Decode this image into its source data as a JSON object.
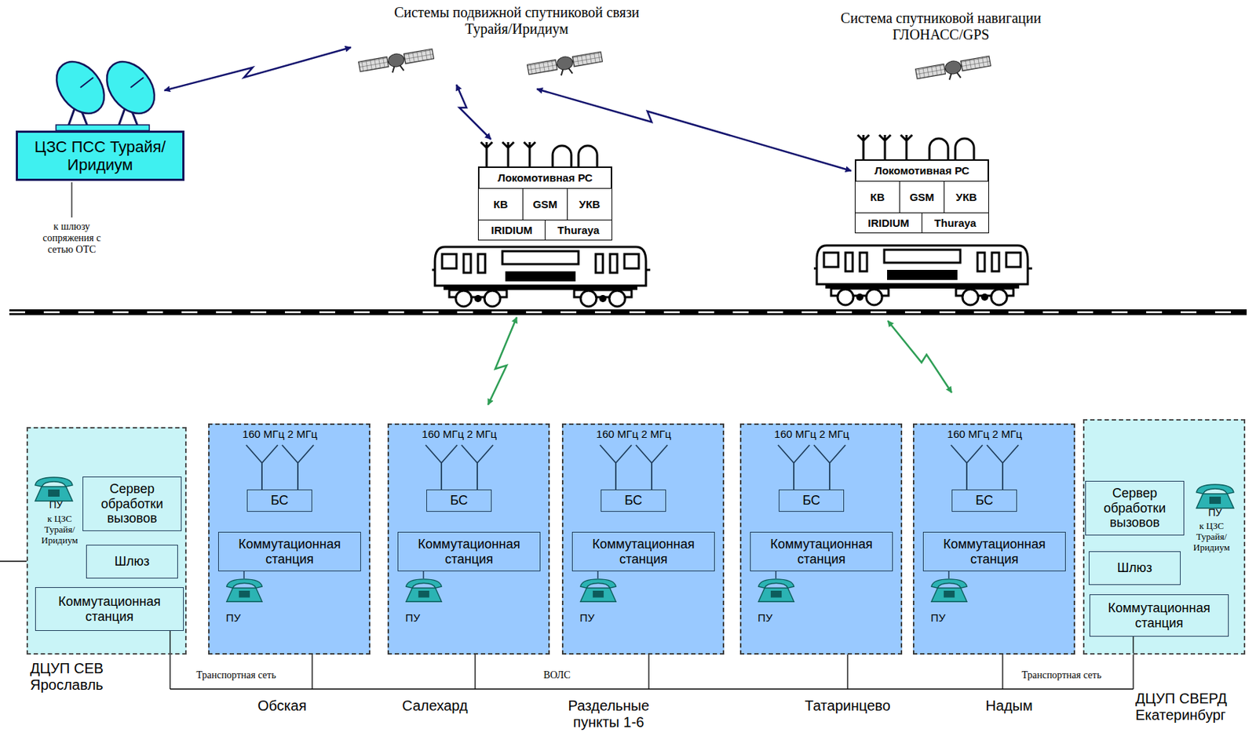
{
  "diagram": {
    "nodes": [
      {
        "text": [
          "ЦЗС ПСС Турайя/Иридиум"
        ]
      },
      {
        "text": [
          "Локомотивная РС"
        ]
      },
      {
        "text": [
          "КВ"
        ],
        "in": 1
      },
      {
        "text": [
          "GSM"
        ],
        "in": 1
      },
      {
        "text": [
          "УКВ"
        ],
        "in": 1
      },
      {
        "text": [
          "IRIDIUM"
        ],
        "in": 1
      },
      {
        "text": [
          "Thuraya"
        ],
        "in": 1
      },
      {
        "text": [
          "Локомотивная РС"
        ]
      },
      {
        "text": [
          "КВ"
        ],
        "in": 7
      },
      {
        "text": [
          "GSM"
        ],
        "in": 7
      },
      {
        "text": [
          "УКВ"
        ],
        "in": 7
      },
      {
        "text": [
          "IRIDIUM"
        ],
        "in": 7
      },
      {
        "text": [
          "Thuraya"
        ],
        "in": 7
      },
      {
        "text": [
          "ДЦУП СЕВ Ярославль"
        ]
      },
      {
        "text": [
          "Сервер обработки вызовов"
        ],
        "in": 13
      },
      {
        "text": [
          "Шлюз"
        ],
        "in": 13
      },
      {
        "text": [
          "Коммутационная станция"
        ],
        "in": 13
      },
      {
        "text": [
          "Обская"
        ]
      },
      {
        "text": [
          "БС"
        ],
        "in": 17
      },
      {
        "text": [
          "Коммутационная станция"
        ],
        "in": 17
      },
      {
        "text": [
          "Салехард"
        ]
      },
      {
        "text": [
          "БС"
        ],
        "in": 20
      },
      {
        "text": [
          "Коммутационная станция"
        ],
        "in": 20
      },
      {
        "text": [
          "Раздельные пункты 1-6"
        ]
      },
      {
        "text": [
          "БС"
        ],
        "in": 23
      },
      {
        "text": [
          "Коммутационная станция"
        ],
        "in": 23
      },
      {
        "text": [
          "Татаринцево"
        ]
      },
      {
        "text": [
          "БС"
        ],
        "in": 26
      },
      {
        "text": [
          "Коммутационная станция"
        ],
        "in": 26
      },
      {
        "text": [
          "Надым"
        ]
      },
      {
        "text": [
          "БС"
        ],
        "in": 29
      },
      {
        "text": [
          "Коммутационная станция"
        ],
        "in": 29
      },
      {
        "text": [
          "ДЦУП СВЕРД Екатеринбург"
        ]
      },
      {
        "text": [
          "Сервер обработки вызовов"
        ],
        "in": 32
      },
      {
        "text": [
          "Шлюз"
        ],
        "in": 32
      },
      {
        "text": [
          "Коммутационная станция"
        ],
        "in": 32
      }
    ],
    "edges": [
      {
        "from": 14,
        "to": 15,
        "arrow": "none"
      },
      {
        "from": 15,
        "to": 16,
        "arrow": "none"
      },
      {
        "from": 18,
        "to": 19,
        "arrow": "none"
      },
      {
        "from": 21,
        "to": 22,
        "arrow": "none"
      },
      {
        "from": 24,
        "to": 25,
        "arrow": "none"
      },
      {
        "from": 27,
        "to": 28,
        "arrow": "none"
      },
      {
        "from": 30,
        "to": 31,
        "arrow": "none"
      },
      {
        "from": 33,
        "to": 34,
        "arrow": "none"
      },
      {
        "from": 34,
        "to": 35,
        "arrow": "none"
      }
    ],
    "labels": [
      "Системы подвижной спутниковой связи Турайя/Иридиум",
      "Система спутниковой навигации ГЛОНАСС/GPS",
      "к шлюзу сопряжения с сетью ОТС",
      "ПУ",
      "к ЦЗС Турайя/ Иридиум",
      "160 МГц 2 МГц",
      "ПУ",
      "160 МГц 2 МГц",
      "ПУ",
      "160 МГц 2 МГц",
      "ПУ",
      "160 МГц 2 МГц",
      "ПУ",
      "160 МГц 2 МГц",
      "ПУ",
      "ПУ",
      "к ЦЗС Турайя/ Иридиум",
      "Транспортная сеть",
      "ВОЛС",
      "Транспортная сеть"
    ]
  }
}
